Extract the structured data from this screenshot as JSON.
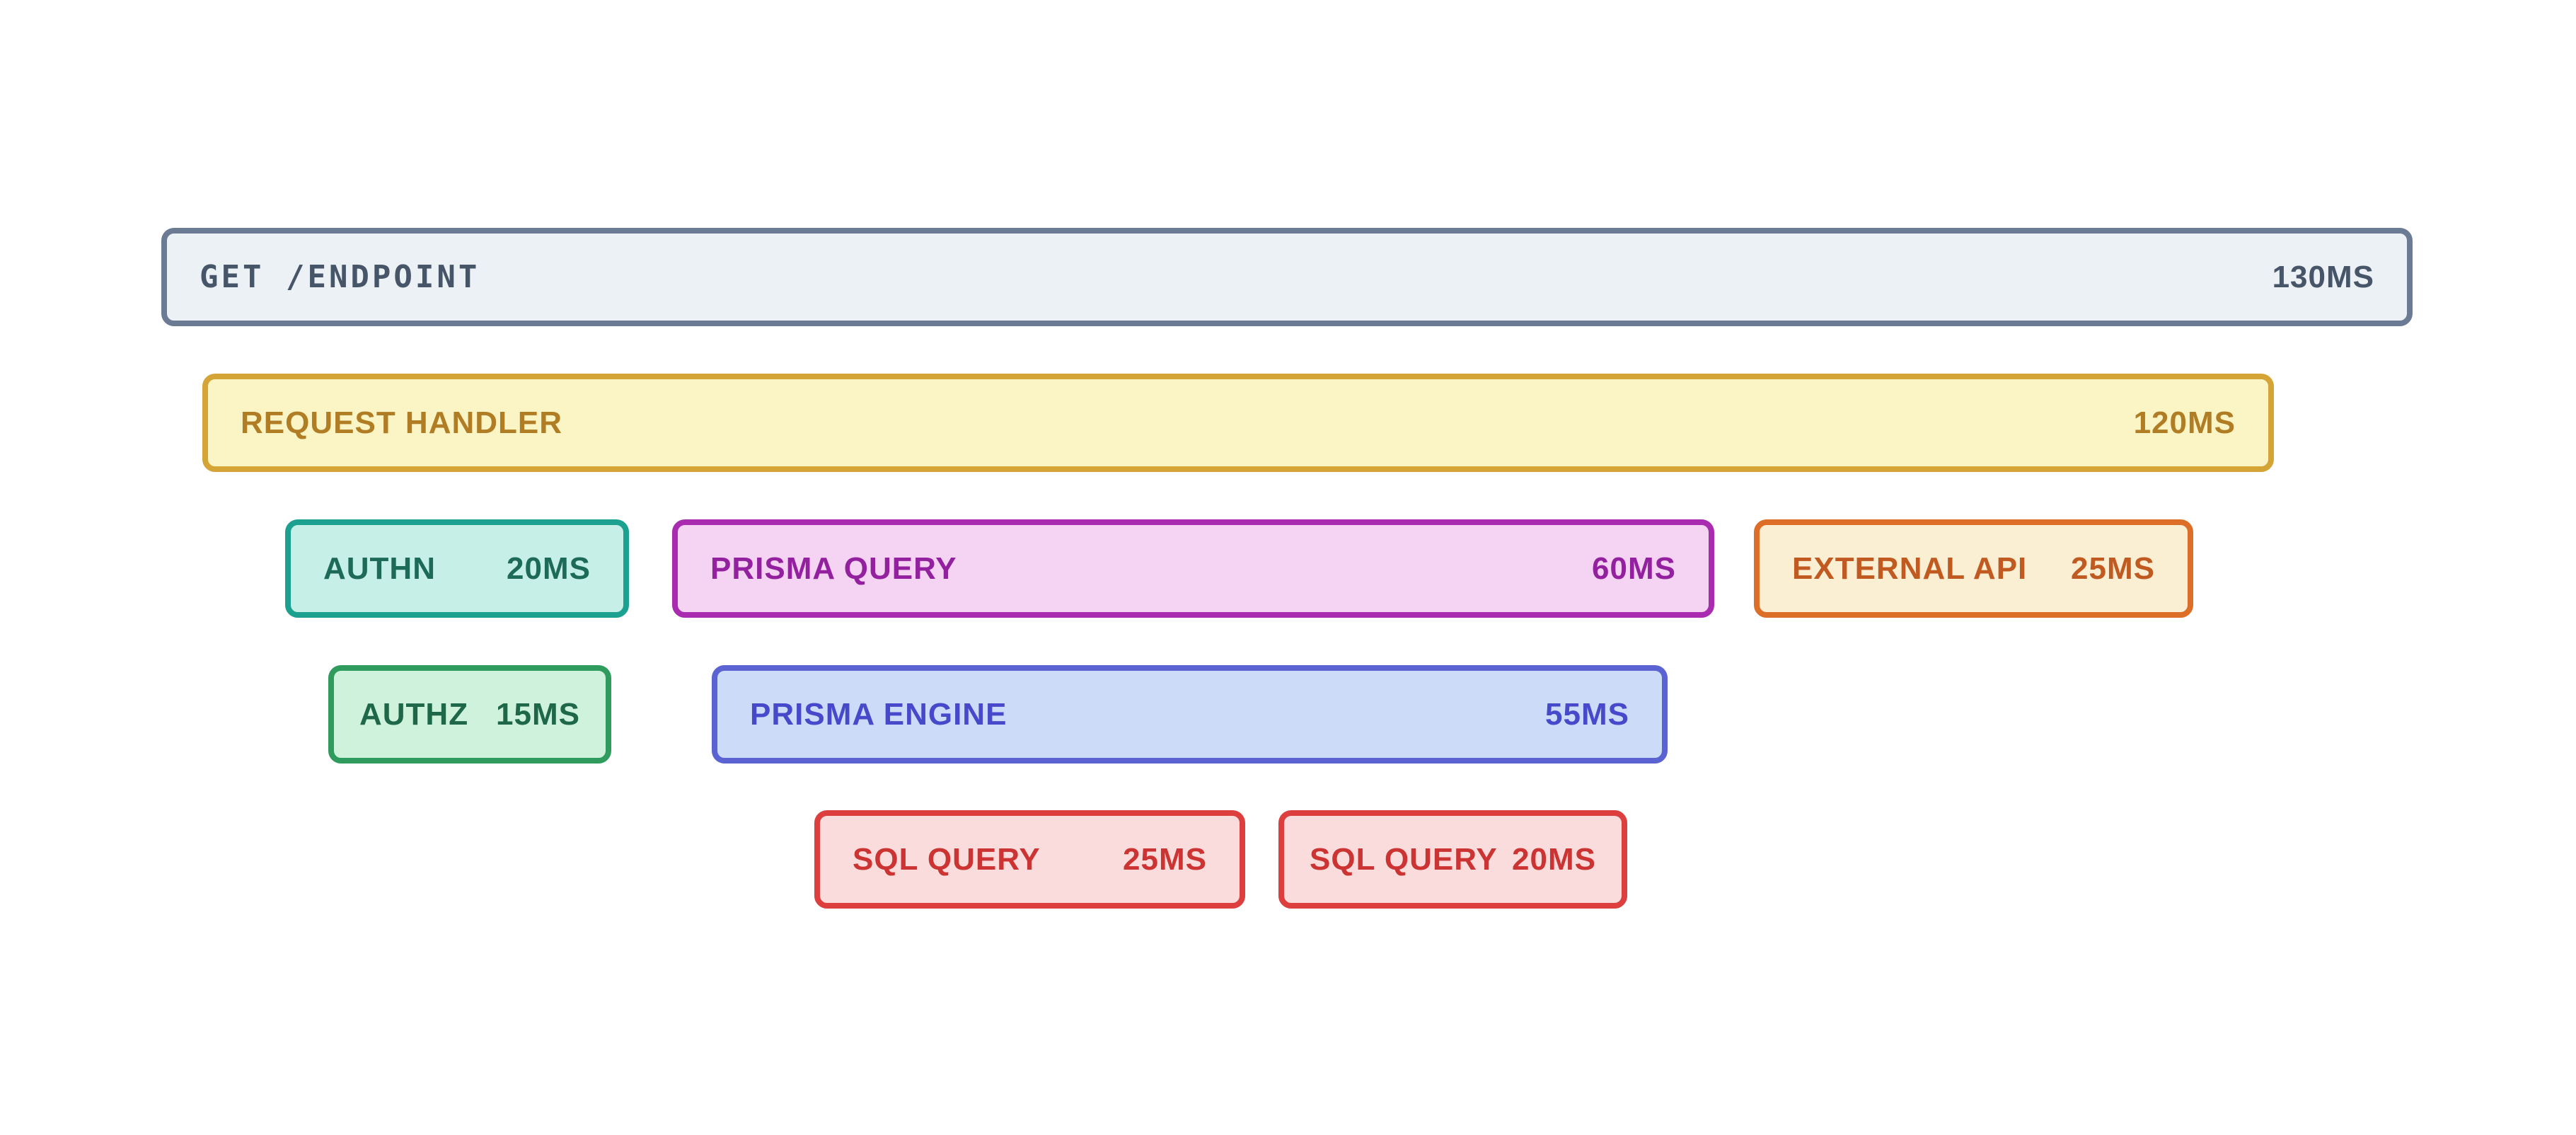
{
  "diagram": {
    "background": "#FFFFFF",
    "spans": [
      {
        "label": "GET /ENDPOINT",
        "duration": "130MS",
        "depth": 0,
        "fill": "#ECF1F6",
        "border": "#6B7B93",
        "text_color": "#475569"
      },
      {
        "label": "REQUEST HANDLER",
        "duration": "120MS",
        "depth": 1,
        "fill": "#FBF5C5",
        "border": "#D4A437",
        "text_color": "#B07C24"
      },
      {
        "label": "AUTHN",
        "duration": "20MS",
        "depth": 2,
        "fill": "#C5EFE7",
        "border": "#1CA08F",
        "text_color": "#1D6A58"
      },
      {
        "label": "PRISMA QUERY",
        "duration": "60MS",
        "depth": 2,
        "fill": "#F5D3F2",
        "border": "#A82BB0",
        "text_color": "#93209E"
      },
      {
        "label": "EXTERNAL API",
        "duration": "25MS",
        "depth": 2,
        "fill": "#FAEED3",
        "border": "#DD6E28",
        "text_color": "#C05A20"
      },
      {
        "label": "AUTHZ",
        "duration": "15MS",
        "depth": 3,
        "fill": "#CFF2DC",
        "border": "#2F9C5E",
        "text_color": "#1E6748"
      },
      {
        "label": "PRISMA ENGINE",
        "duration": "55MS",
        "depth": 3,
        "fill": "#CBDBF8",
        "border": "#5B63D3",
        "text_color": "#4749CB"
      },
      {
        "label": "SQL QUERY",
        "duration": "25MS",
        "depth": 4,
        "fill": "#FADCDC",
        "border": "#DD3F3F",
        "text_color": "#CC3333"
      },
      {
        "label": "SQL QUERY",
        "duration": "20MS",
        "depth": 4,
        "fill": "#FADCDC",
        "border": "#DD3F3F",
        "text_color": "#CC3333"
      }
    ]
  }
}
